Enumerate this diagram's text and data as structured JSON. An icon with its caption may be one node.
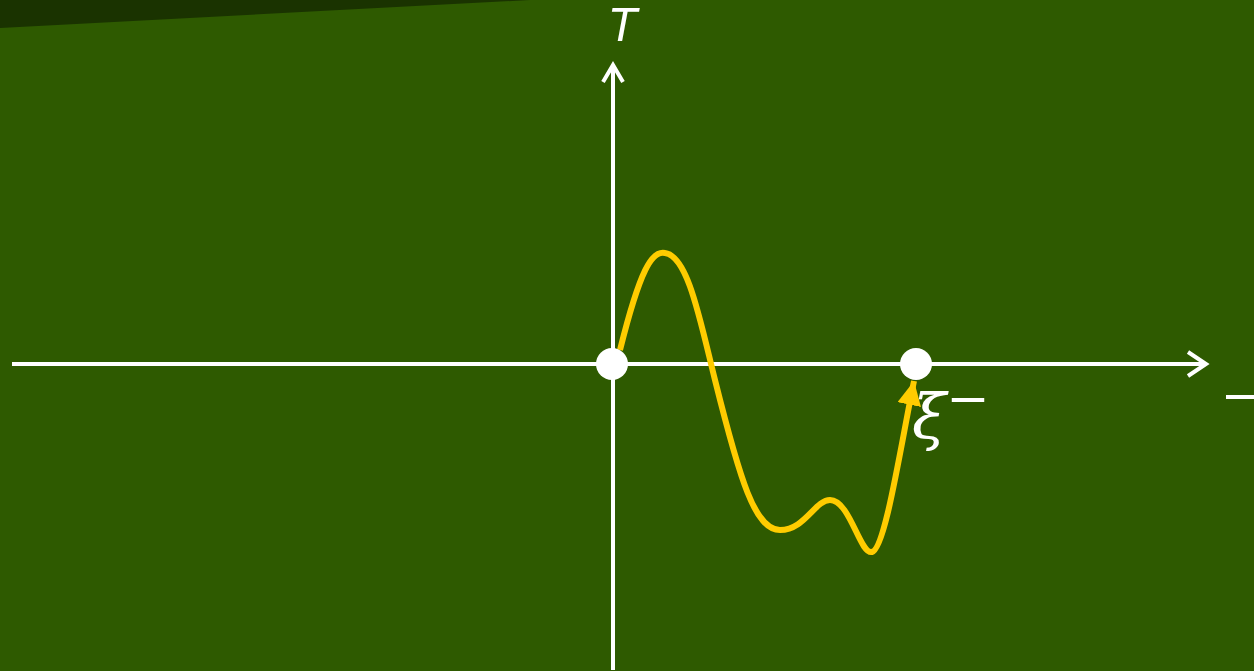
{
  "diagram": {
    "nodes": [
      {
        "text": [],
        "shape": "circle"
      },
      {
        "text": [],
        "shape": "circle"
      }
    ],
    "edges": [
      {
        "from": 0,
        "to": 1,
        "arrow": "to",
        "color": "#ffcc00"
      }
    ],
    "labels": [
      "T",
      "ξ$^{−}$"
    ]
  }
}
